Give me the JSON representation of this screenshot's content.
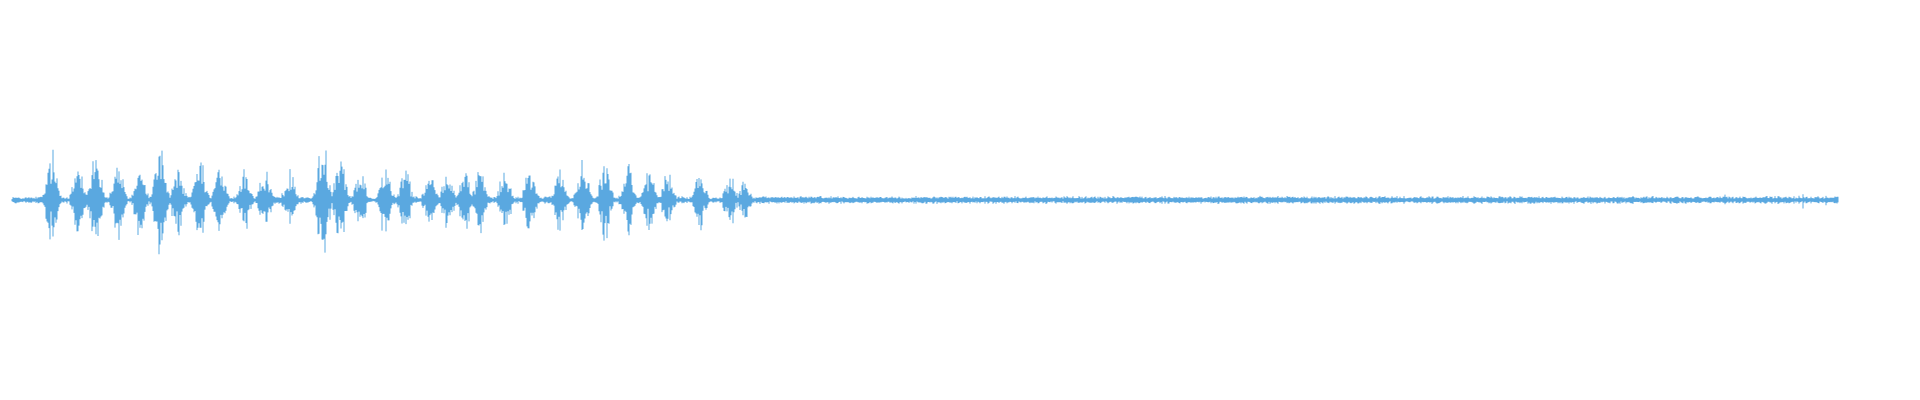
{
  "waveform": {
    "color": "#5aa8e0",
    "baseline_level": 0.0,
    "active_segment": {
      "start_fraction": 0.0,
      "end_fraction": 0.4
    },
    "quiet_segment": {
      "start_fraction": 0.4,
      "end_fraction": 0.96
    }
  }
}
